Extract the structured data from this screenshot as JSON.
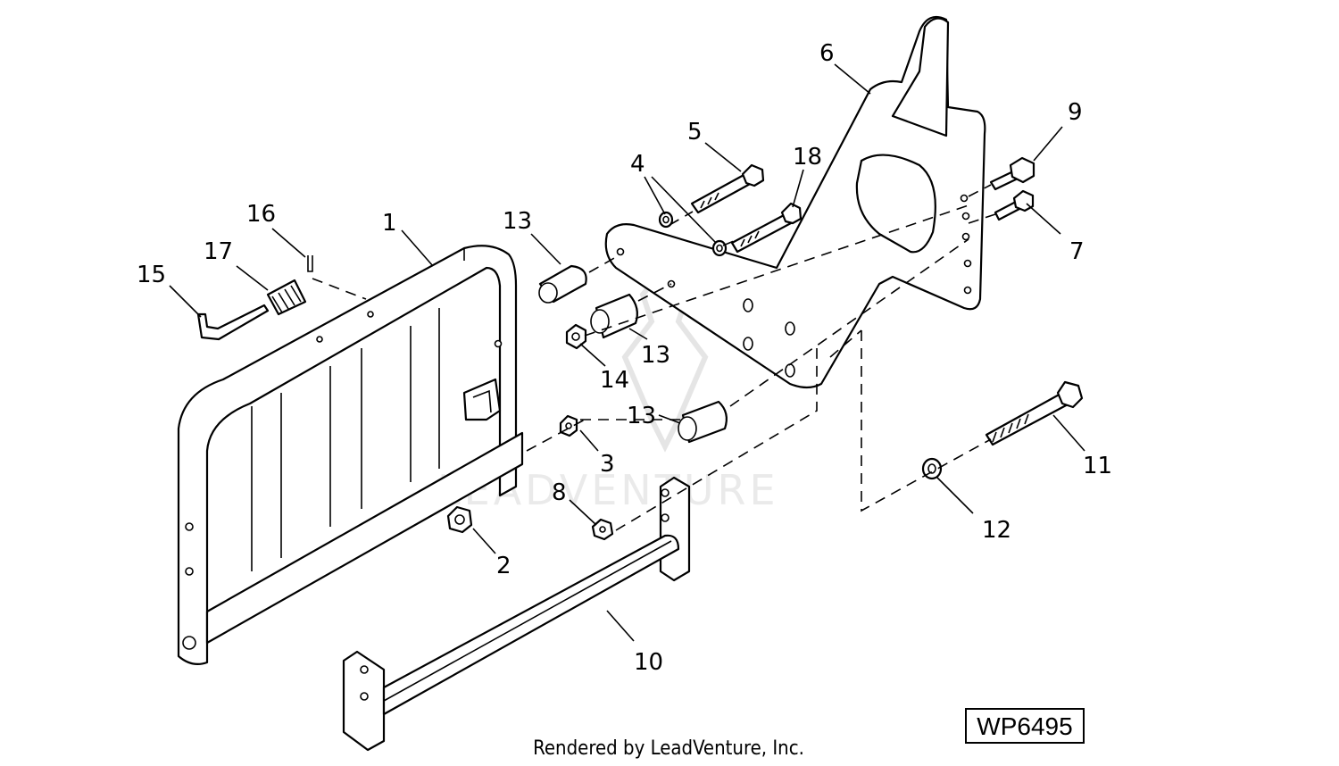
{
  "diagram": {
    "callouts": {
      "c1": "1",
      "c2": "2",
      "c3": "3",
      "c4": "4",
      "c5": "5",
      "c6": "6",
      "c7": "7",
      "c8": "8",
      "c9": "9",
      "c10": "10",
      "c11": "11",
      "c12": "12",
      "c13a": "13",
      "c13b": "13",
      "c13c": "13",
      "c14": "14",
      "c15": "15",
      "c16": "16",
      "c17": "17",
      "c18": "18"
    },
    "figure_code": "WP6495",
    "credit": "Rendered by LeadVenture, Inc.",
    "watermark": "LEADVENTURE"
  }
}
